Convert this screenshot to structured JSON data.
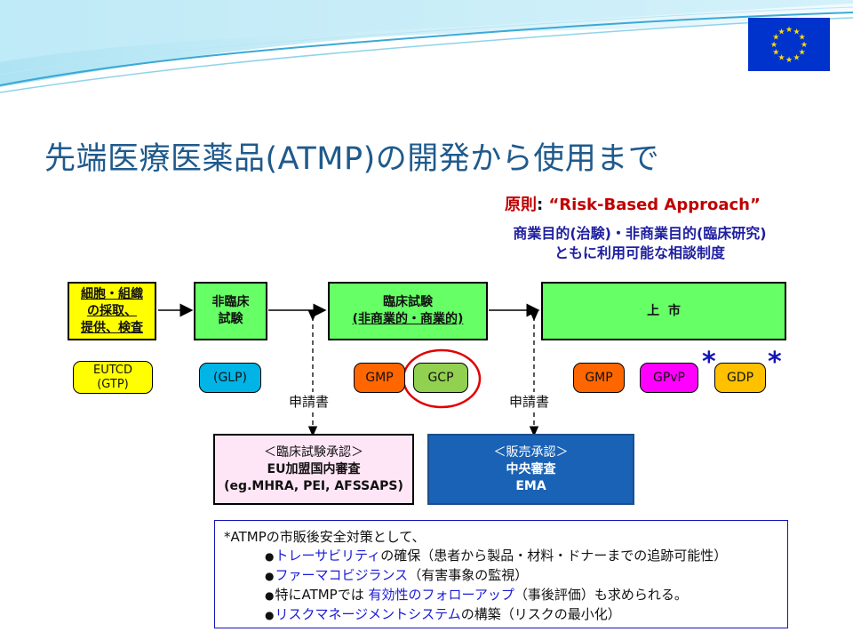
{
  "title": "先端医療医薬品(ATMP)の開発から使用まで",
  "principle": {
    "prefix": "原則",
    "sep": ": ",
    "approach": "“Risk-Based Approach”"
  },
  "consultation": [
    "商業目的(治験)・非商業目的(臨床研究)",
    "ともに利用可能な相談制度"
  ],
  "stages": {
    "collection": [
      "細胞・組織",
      "の採取、",
      "提供、検査"
    ],
    "nonclinical": [
      "非臨床",
      "試験"
    ],
    "clinical": [
      "臨床試験",
      "(非商業的・商業的)"
    ],
    "market": "上  市"
  },
  "pills": {
    "eutcd": [
      "EUTCD",
      "(GTP)"
    ],
    "glp": "(GLP)",
    "gmp1": "GMP",
    "gcp": "GCP",
    "gmp2": "GMP",
    "gpvp": "GPvP",
    "gdp": "GDP"
  },
  "stars": [
    "*",
    "*"
  ],
  "applications": [
    "申請書",
    "申請書"
  ],
  "approvals": {
    "trial": [
      "＜臨床試験承認＞",
      "EU加盟国内審査",
      "(eg.MHRA, PEI, AFSSAPS)"
    ],
    "marketing": [
      "＜販売承認＞",
      "中央審査",
      "EMA"
    ]
  },
  "note": {
    "heading": "*ATMPの市販後安全対策として、",
    "items": [
      {
        "hl": "トレーサビリティ",
        "pre": "",
        "rest": "の確保（患者から製品・材料・ドナーまでの追跡可能性）"
      },
      {
        "hl": "ファーマコビジランス",
        "pre": "",
        "rest": "（有害事象の監視）"
      },
      {
        "hl": "有効性のフォローアップ",
        "pre": "特にATMPでは ",
        "rest": "（事後評価）も求められる。"
      },
      {
        "hl": "リスクマネージメントシステム",
        "pre": "",
        "rest": "の構築（リスクの最小化）"
      }
    ]
  },
  "colors": {
    "stage_fill": "#66ff66",
    "eutcd_fill": "#ffff00",
    "glp_fill": "#00b4e6",
    "gmp_fill": "#ff6600",
    "gcp_fill": "#92d050",
    "gpvp_fill": "#ff00ff",
    "gdp_fill": "#ffc000",
    "gcp_highlight_ring": "#e00000"
  },
  "icons": {
    "flag": "eu-flag-icon",
    "arrow": "arrow-right-icon"
  }
}
